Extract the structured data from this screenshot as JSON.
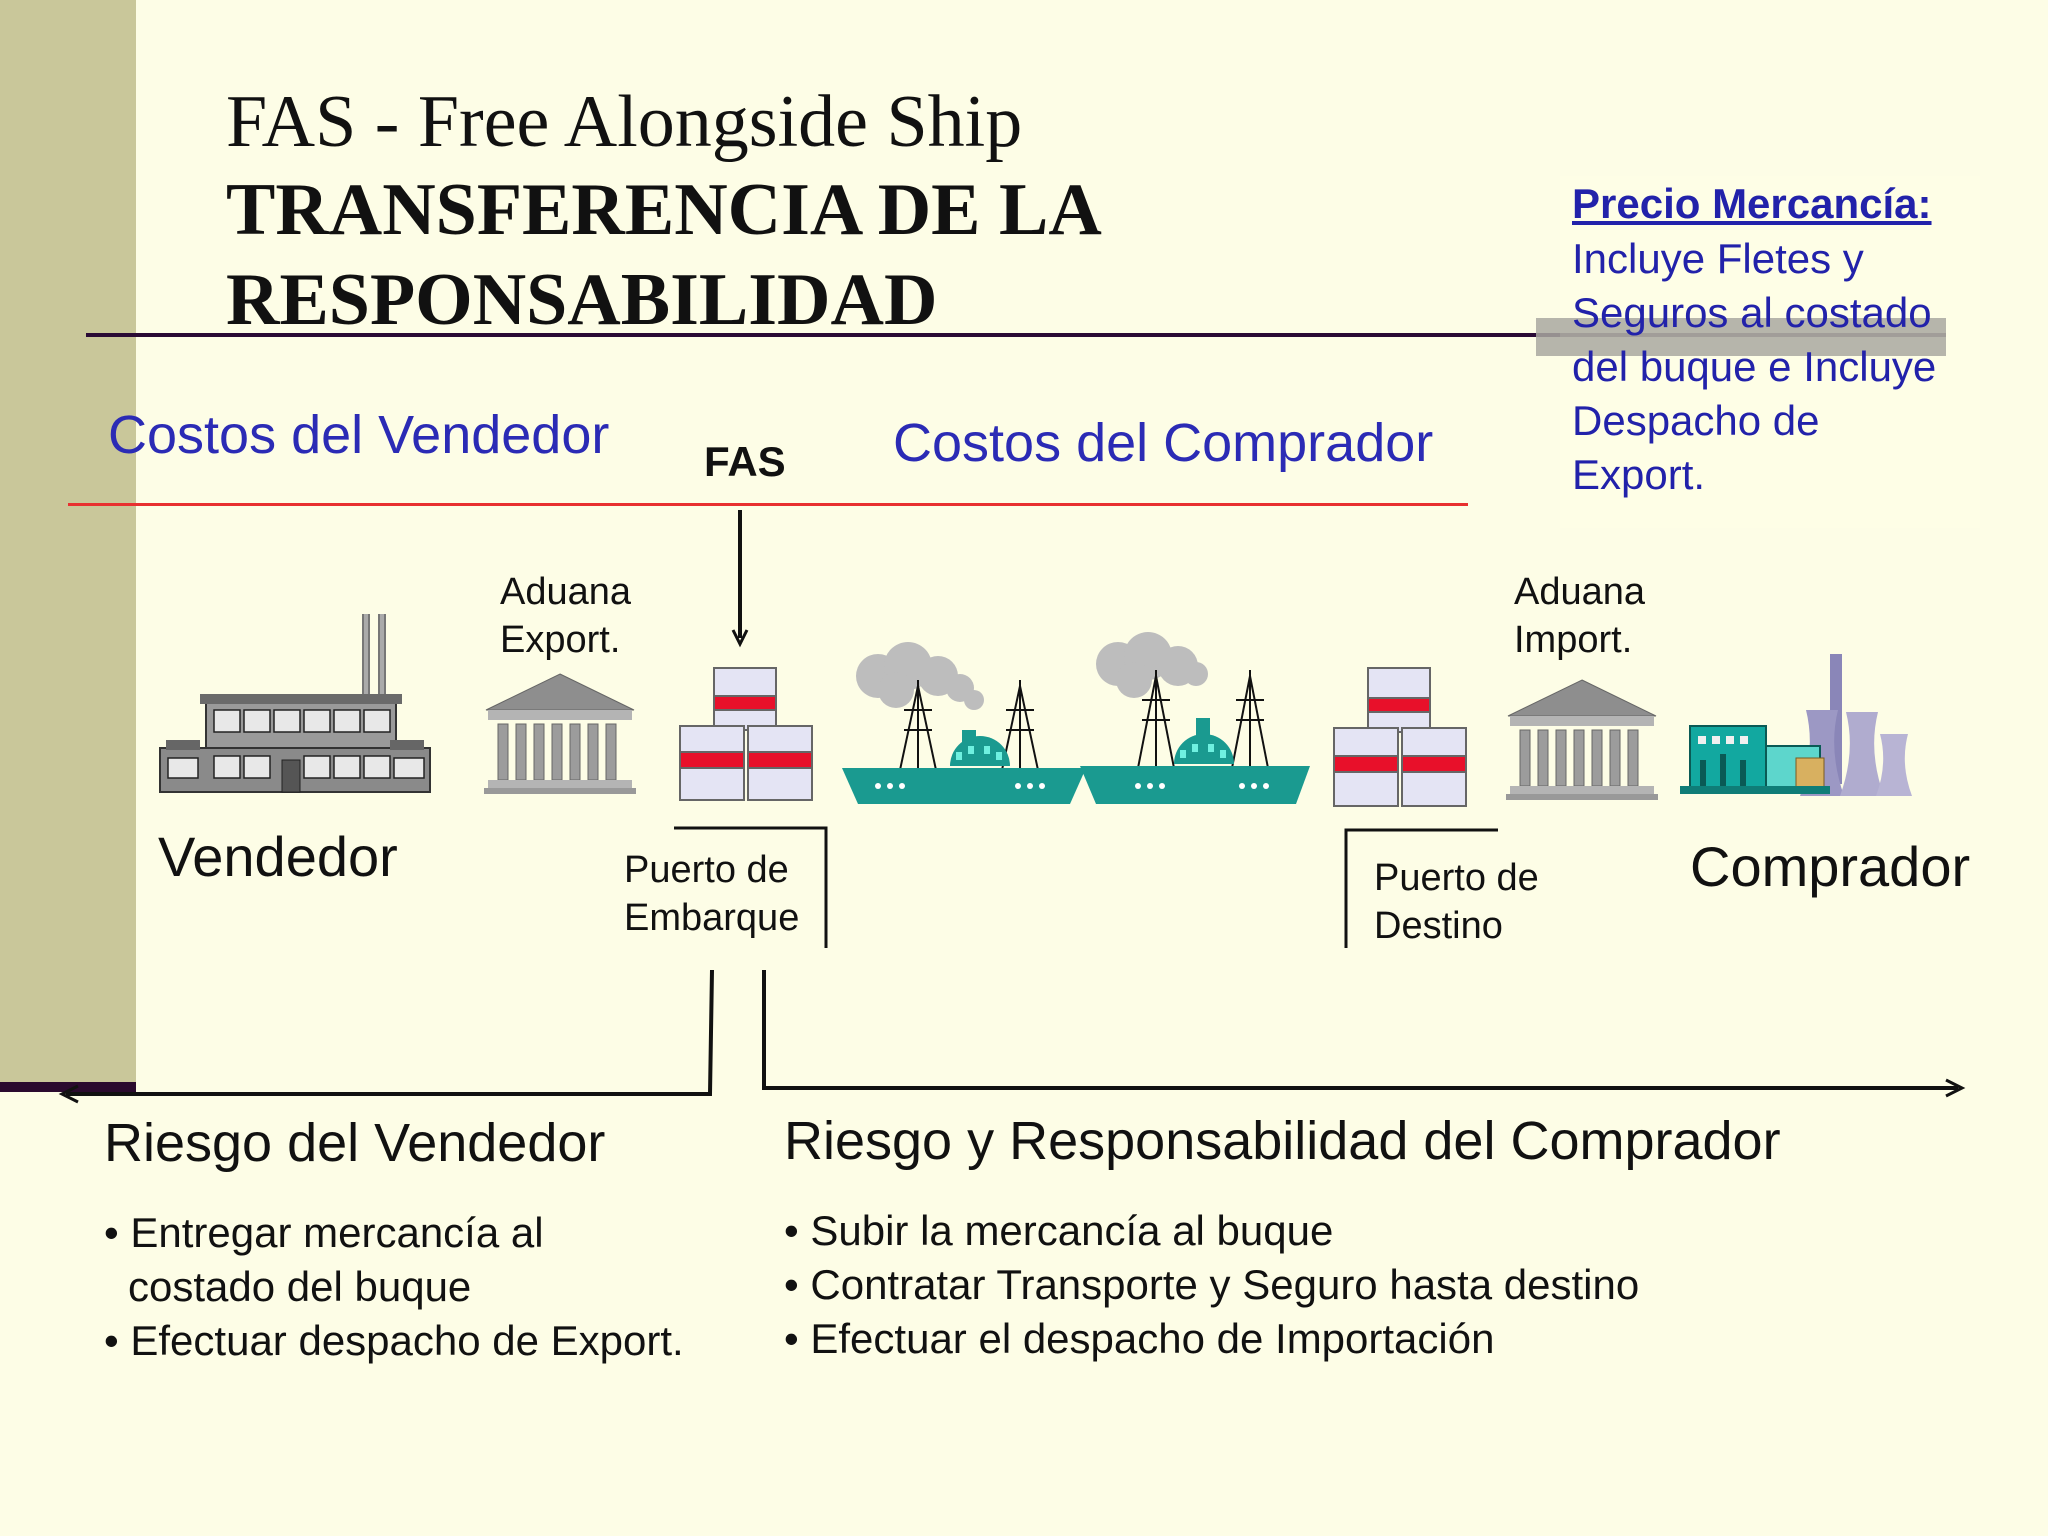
{
  "title": {
    "line1": "FAS - Free Alongside Ship",
    "line2": "TRANSFERENCIA DE LA",
    "line3": "RESPONSABILIDAD"
  },
  "price_note": {
    "heading": "Precio Mercancía:",
    "line1": "Incluye Fletes y",
    "line2": "Seguros al costado",
    "line3": "del buque e Incluye",
    "line4": "Despacho de",
    "line5": "Export."
  },
  "costs": {
    "seller": "Costos del Vendedor",
    "buyer": "Costos del Comprador",
    "marker": "FAS"
  },
  "nodes": {
    "seller": "Vendedor",
    "buyer": "Comprador",
    "customs_export_1": "Aduana",
    "customs_export_2": "Export.",
    "customs_import_1": "Aduana",
    "customs_import_2": "Import.",
    "port_origin_1": "Puerto de",
    "port_origin_2": "Embarque",
    "port_dest_1": "Puerto de",
    "port_dest_2": "Destino"
  },
  "risk": {
    "seller_heading": "Riesgo del Vendedor",
    "seller_items": [
      "Entregar mercancía al",
      "costado del buque",
      "Efectuar despacho de Export."
    ],
    "buyer_heading": "Riesgo y Responsabilidad del Comprador",
    "buyer_items": [
      "Subir la mercancía al buque",
      "Contratar Transporte y Seguro hasta destino",
      "Efectuar el despacho de Importación"
    ]
  },
  "colors": {
    "background": "#fdfde6",
    "sidebar": "#c9c79a",
    "blue_text": "#2b2bb5",
    "red_line": "#e83030",
    "ship_teal": "#1a9a90"
  },
  "icons": [
    "factory-icon",
    "customs-building-icon",
    "cargo-icon",
    "ship-icon",
    "industrial-plant-icon",
    "down-arrow-icon"
  ]
}
